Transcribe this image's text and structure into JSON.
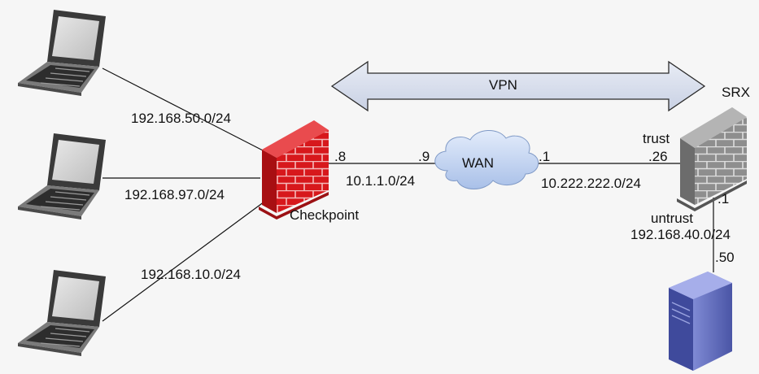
{
  "labels": {
    "vpn": "VPN",
    "wan": "WAN",
    "srx": "SRX",
    "checkpoint": "Checkpoint",
    "trust": "trust",
    "untrust": "untrust"
  },
  "subnets": {
    "lan_50": "192.168.50.0/24",
    "lan_97": "192.168.97.0/24",
    "lan_10": "192.168.10.0/24",
    "wan_left": "10.1.1.0/24",
    "wan_right": "10.222.222.0/24",
    "srx_untrust": "192.168.40.0/24"
  },
  "interfaces": {
    "checkpoint_wan": ".8",
    "wan_left_peer": ".9",
    "wan_right_peer": ".1",
    "srx_trust": ".26",
    "srx_untrust": ".1",
    "server": ".50"
  },
  "icons": [
    "laptop-icon",
    "firewall-icon",
    "cloud-icon",
    "server-icon",
    "double-arrow-icon"
  ],
  "colors": {
    "checkpoint_firewall": "#d01515",
    "srx_firewall": "#8a8a8a",
    "cloud": "#c8d8f2",
    "vpn_arrow": "#cdd5e6",
    "server": "#5b66b8"
  }
}
